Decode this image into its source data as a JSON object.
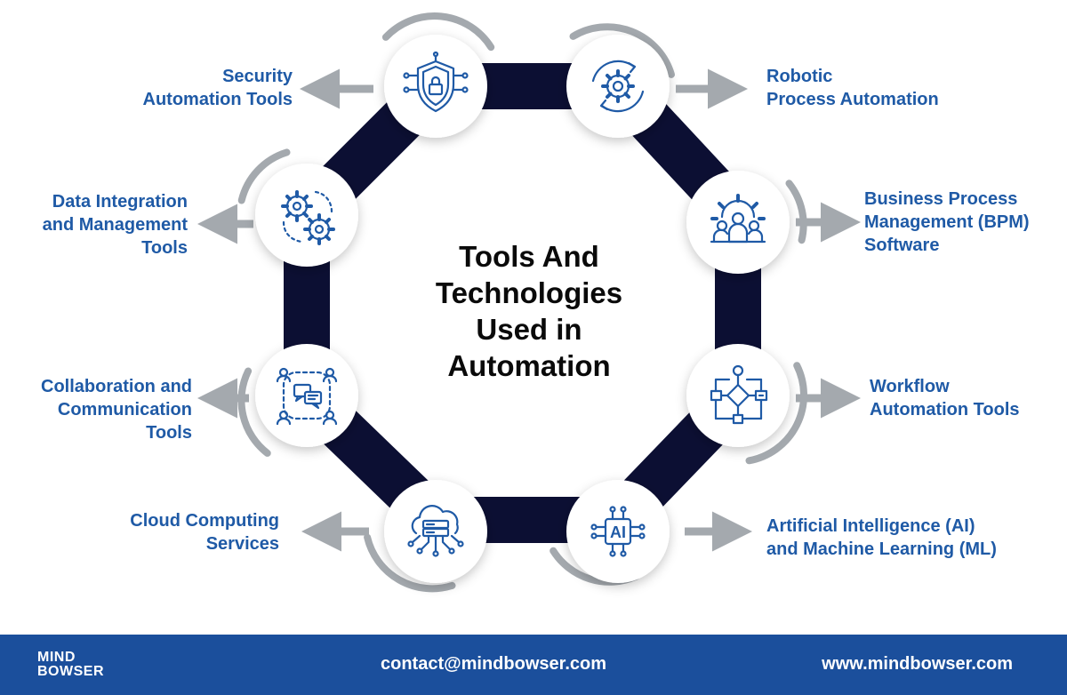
{
  "title_lines": [
    "Tools And",
    "Technologies",
    "Used in",
    "Automation"
  ],
  "nodes": [
    {
      "id": "security",
      "lines": [
        "Security",
        "Automation Tools"
      ],
      "icon": "shield-lock-icon"
    },
    {
      "id": "rpa",
      "lines": [
        "Robotic",
        "Process Automation"
      ],
      "icon": "gear-cycle-icon"
    },
    {
      "id": "data",
      "lines": [
        "Data Integration",
        "and Management",
        "Tools"
      ],
      "icon": "gears-icon"
    },
    {
      "id": "bpm",
      "lines": [
        "Business Process",
        "Management (BPM)",
        "Software"
      ],
      "icon": "team-gear-icon"
    },
    {
      "id": "collab",
      "lines": [
        "Collaboration and",
        "Communication",
        "Tools"
      ],
      "icon": "chat-users-icon"
    },
    {
      "id": "workflow",
      "lines": [
        "Workflow",
        "Automation Tools"
      ],
      "icon": "flowchart-icon"
    },
    {
      "id": "cloud",
      "lines": [
        "Cloud Computing",
        "Services"
      ],
      "icon": "cloud-server-icon"
    },
    {
      "id": "ai",
      "lines": [
        "Artificial Intelligence (AI)",
        "and Machine Learning (ML)"
      ],
      "icon": "ai-chip-icon"
    }
  ],
  "footer": {
    "logo_line1": "MIND",
    "logo_line2": "BOWSER",
    "email": "contact@mindbowser.com",
    "website": "www.mindbowser.com"
  },
  "colors": {
    "ring": "#0c0f33",
    "label": "#1f5aa6",
    "icon": "#1f5aa6",
    "arrow": "#a4a9ae",
    "footer": "#1b4f9c"
  }
}
